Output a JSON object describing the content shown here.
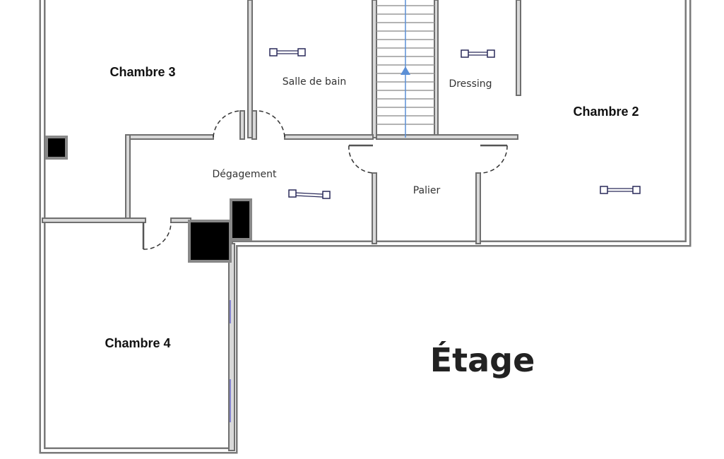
{
  "plan": {
    "title": "Étage",
    "rooms": {
      "chambre3": "Chambre 3",
      "salle_de_bain": "Salle de bain",
      "dressing": "Dressing",
      "chambre2": "Chambre 2",
      "degagement": "Dégagement",
      "palier": "Palier",
      "chambre4": "Chambre 4"
    },
    "colors": {
      "wall": "#7a7a7a",
      "shaft": "#000000",
      "stair_arrow": "#5b8fd6",
      "radiator": "#2a2a5a",
      "window": "#6a6acc"
    },
    "icons": [
      "radiator-icon",
      "stair-arrow-icon",
      "chimney-icon"
    ]
  }
}
